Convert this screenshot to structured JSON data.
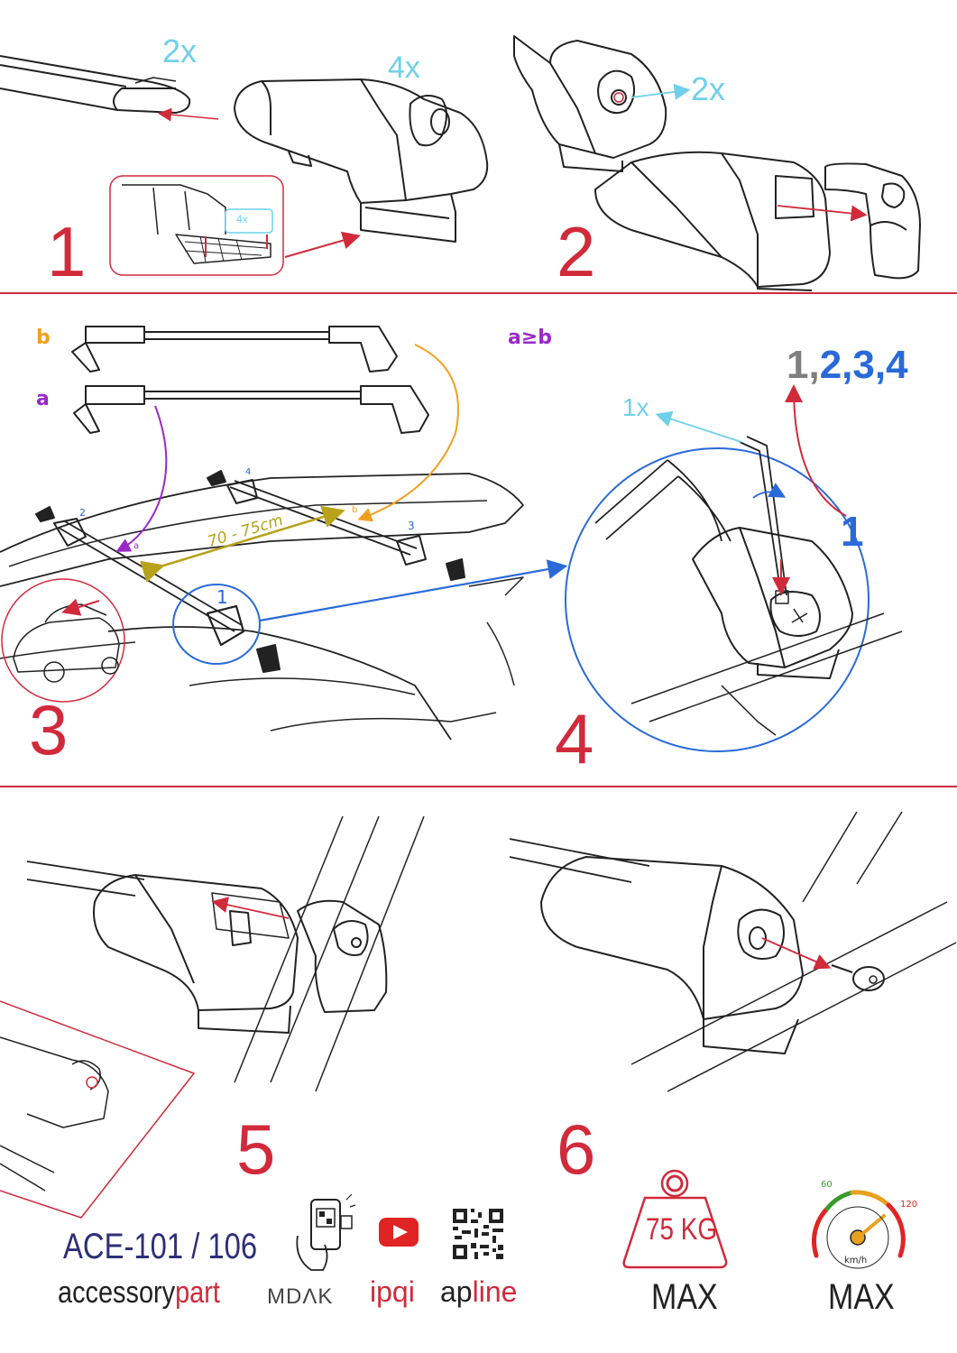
{
  "colors": {
    "red": "#d12a3b",
    "cyan": "#6fd0ea",
    "purple": "#9b28c8",
    "orange": "#f0a020",
    "blue": "#2a6ad8",
    "olive": "#b8a21a",
    "navy": "#2e2e7a",
    "gray": "#7f7f7f",
    "dark": "#222222"
  },
  "steps": {
    "s1": {
      "number": "1",
      "qty_bar": "2x",
      "qty_foot": "4x",
      "qty_pad": "4x"
    },
    "s2": {
      "number": "2",
      "qty_cap": "2x"
    },
    "s3": {
      "number": "3",
      "label_b": "b",
      "label_a": "a",
      "relation": "a≥b",
      "distance": "70 - 75cm",
      "pos_1": "1",
      "pos_2": "2",
      "pos_3": "3",
      "pos_4": "4",
      "mark_a": "a",
      "mark_b": "b"
    },
    "s4": {
      "number": "4",
      "order_gray": "1,",
      "order_blue": "2,3,4",
      "tool_qty": "1x",
      "big_one": "1"
    },
    "s5": {
      "number": "5"
    },
    "s6": {
      "number": "6"
    }
  },
  "footer": {
    "model": "ACE-101 / 106",
    "brand_a": "accessory",
    "brand_b": "part",
    "mdak": "MDΛK",
    "ipqi": "ipqi",
    "apline_a": "ap",
    "apline_b": "line",
    "weight": "75 KG",
    "weight_max": "MAX",
    "speed_low": "60",
    "speed_high": "120",
    "speed_unit": "km/h",
    "speed_max": "MAX"
  },
  "icons": [
    "phone-qr-scan-icon",
    "youtube-play-icon",
    "qr-code-icon",
    "weight-icon",
    "speedometer-icon"
  ]
}
